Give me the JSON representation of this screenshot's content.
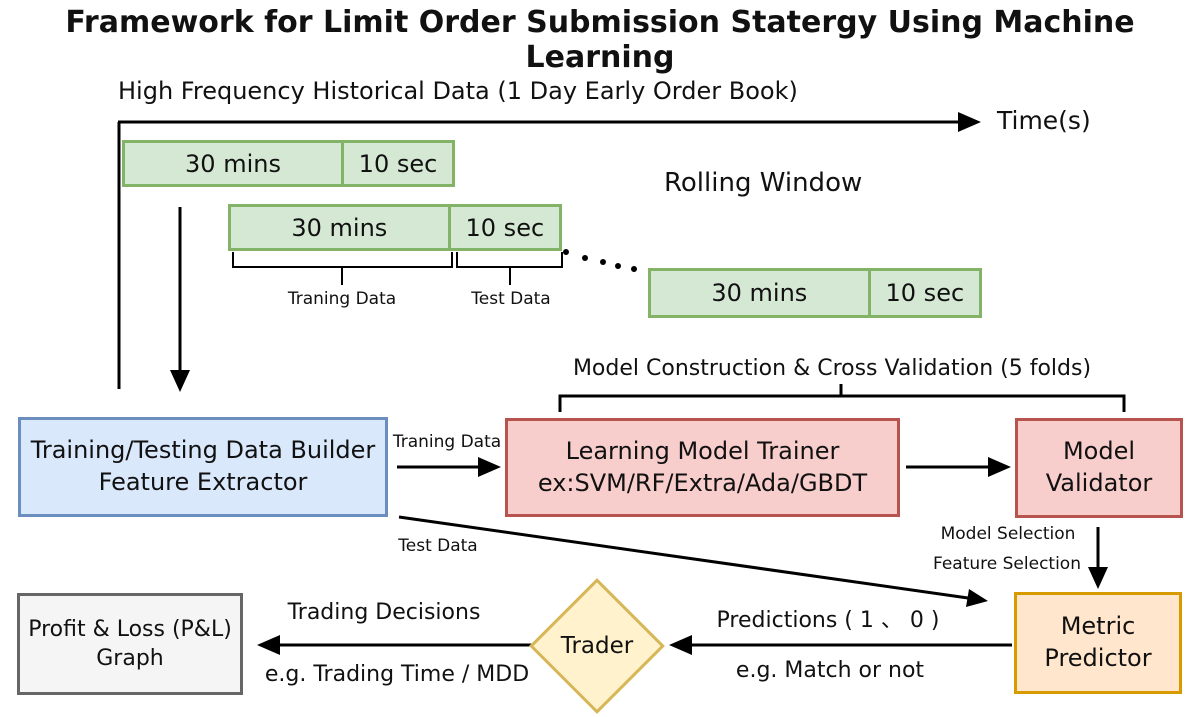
{
  "title": "Framework for Limit Order Submission Statergy Using Machine Learning",
  "timeline": {
    "header": "High Frequency Historical Data (1 Day Early Order Book)",
    "axis_label": "Time(s)",
    "rolling_window_label": "Rolling Window",
    "windows": [
      {
        "train": "30 mins",
        "test": "10 sec"
      },
      {
        "train": "30 mins",
        "test": "10 sec"
      },
      {
        "train": "30 mins",
        "test": "10 sec"
      }
    ],
    "training_bracket_label": "Traning Data",
    "test_bracket_label": "Test Data"
  },
  "pipeline": {
    "cross_validation_label": "Model Construction & Cross Validation (5 folds)",
    "data_builder": {
      "line1": "Training/Testing Data Builder",
      "line2": "Feature Extractor"
    },
    "trainer": {
      "line1": "Learning Model Trainer",
      "line2": "ex:SVM/RF/Extra/Ada/GBDT"
    },
    "validator": {
      "line1": "Model",
      "line2": "Validator"
    },
    "metric_predictor": {
      "line1": "Metric",
      "line2": "Predictor"
    },
    "trader_label": "Trader",
    "pnl": {
      "line1": "Profit & Loss (P&L)",
      "line2": "Graph"
    }
  },
  "edges": {
    "training_data": "Traning Data",
    "test_data": "Test Data",
    "model_selection": "Model Selection",
    "feature_selection": "Feature Selection",
    "predictions": "Predictions ( 1 、 0 )",
    "predictions_example": "e.g. Match or not",
    "trading_decisions": "Trading Decisions",
    "trading_decisions_example": "e.g. Trading Time / MDD"
  },
  "colors": {
    "window_fill": "#d5e8d4",
    "window_border": "#82b366",
    "builder_fill": "#dae8fc",
    "builder_border": "#6c8ebf",
    "trainer_fill": "#f8cecc",
    "trainer_border": "#b85450",
    "metric_fill": "#ffe6cc",
    "metric_border": "#d79b00",
    "trader_fill": "#fff2cc",
    "trader_border": "#d6b656",
    "pnl_fill": "#f5f5f5",
    "pnl_border": "#666666",
    "line": "#000000"
  }
}
